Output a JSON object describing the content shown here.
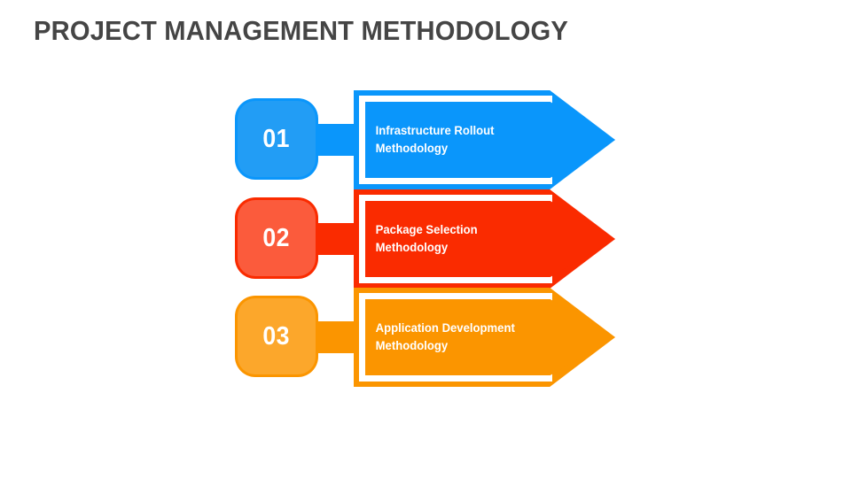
{
  "slide": {
    "title": "PROJECT MANAGEMENT METHODOLOGY",
    "title_color": "#454545",
    "background": "#ffffff"
  },
  "steps": [
    {
      "number": "01",
      "line1": "Infrastructure Rollout",
      "line2": "Methodology",
      "arrow_color": "#0A96FB",
      "tile_color": "#229DF5",
      "gap_color": "#ffffff"
    },
    {
      "number": "02",
      "line1": "Package Selection",
      "line2": "Methodology",
      "arrow_color": "#FA2B00",
      "tile_color": "#FB5B3C",
      "gap_color": "#ffffff"
    },
    {
      "number": "03",
      "line1": "Application Development",
      "line2": "Methodology",
      "arrow_color": "#FB9500",
      "tile_color": "#FCA72B",
      "gap_color": "#ffffff"
    }
  ]
}
